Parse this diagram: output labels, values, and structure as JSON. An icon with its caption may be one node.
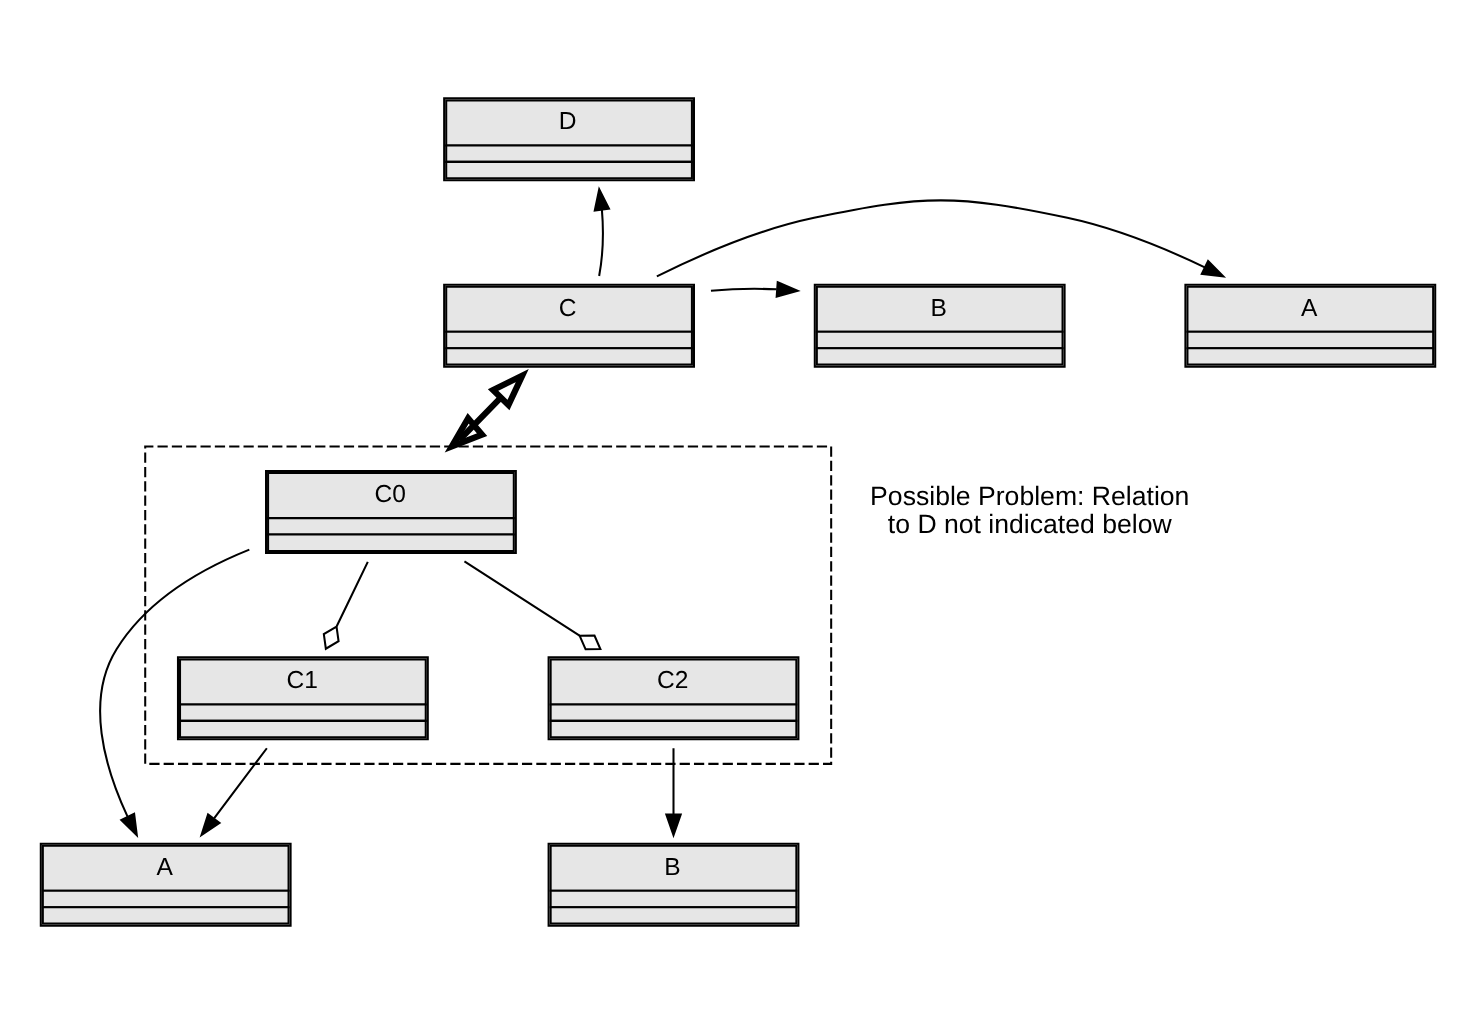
{
  "diagram": {
    "nodes": [
      {
        "text": [
          "D"
        ]
      },
      {
        "text": [
          "A"
        ]
      },
      {
        "text": [
          "C"
        ]
      },
      {
        "text": [
          "B"
        ]
      },
      {
        "text": [],
        "shape": "box"
      },
      {
        "text": [
          "C0"
        ],
        "in": 4
      },
      {
        "text": [
          "A"
        ]
      },
      {
        "text": [
          "C1"
        ],
        "in": 4
      },
      {
        "text": [
          "C2"
        ],
        "in": 4
      },
      {
        "text": [
          "B"
        ]
      }
    ],
    "edges": [
      {
        "from": 2,
        "to": 0,
        "arrow": "to"
      },
      {
        "from": 2,
        "to": 1,
        "arrow": "to"
      },
      {
        "from": 2,
        "to": 3,
        "arrow": "to"
      },
      {
        "from": 2,
        "to": 4,
        "arrow": "both",
        "style": "thick"
      },
      {
        "from": 5,
        "to": 6,
        "arrow": "to"
      },
      {
        "from": 7,
        "to": 6,
        "arrow": "to"
      },
      {
        "from": 5,
        "to": 7,
        "arrow": "other"
      },
      {
        "from": 5,
        "to": 8,
        "arrow": "other"
      },
      {
        "from": 8,
        "to": 9,
        "arrow": "to"
      }
    ],
    "labels": [
      "Possible Problem: Relation to D not indicated below"
    ]
  }
}
